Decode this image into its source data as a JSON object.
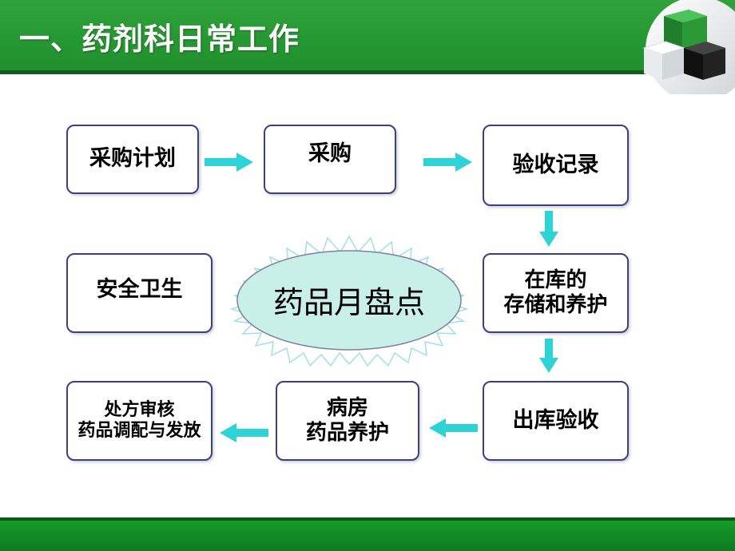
{
  "header": {
    "title": "一、药剂科日常工作"
  },
  "colors": {
    "header_green": "#2fa33b",
    "footer_green": "#169b2b",
    "box_border": "#3b3f86",
    "arrow_cyan": "#2ed3d6",
    "center_fill": "#c9efe9"
  },
  "flow": {
    "procure_plan": "采购计划",
    "procure": "采购",
    "inspection_record": "验收记录",
    "storage_line1": "在库的",
    "storage_line2": "存储和养护",
    "outbound_inspection": "出库验收",
    "ward_line1": "病房",
    "ward_line2": "药品养护",
    "dispense_line1": "处方审核",
    "dispense_line2": "药品调配与发放",
    "safety_hygiene": "安全卫生",
    "center": "药品月盘点"
  },
  "icons": {
    "logo": "green-white-black-cubes-icon",
    "arrow": "arrow-icon"
  }
}
